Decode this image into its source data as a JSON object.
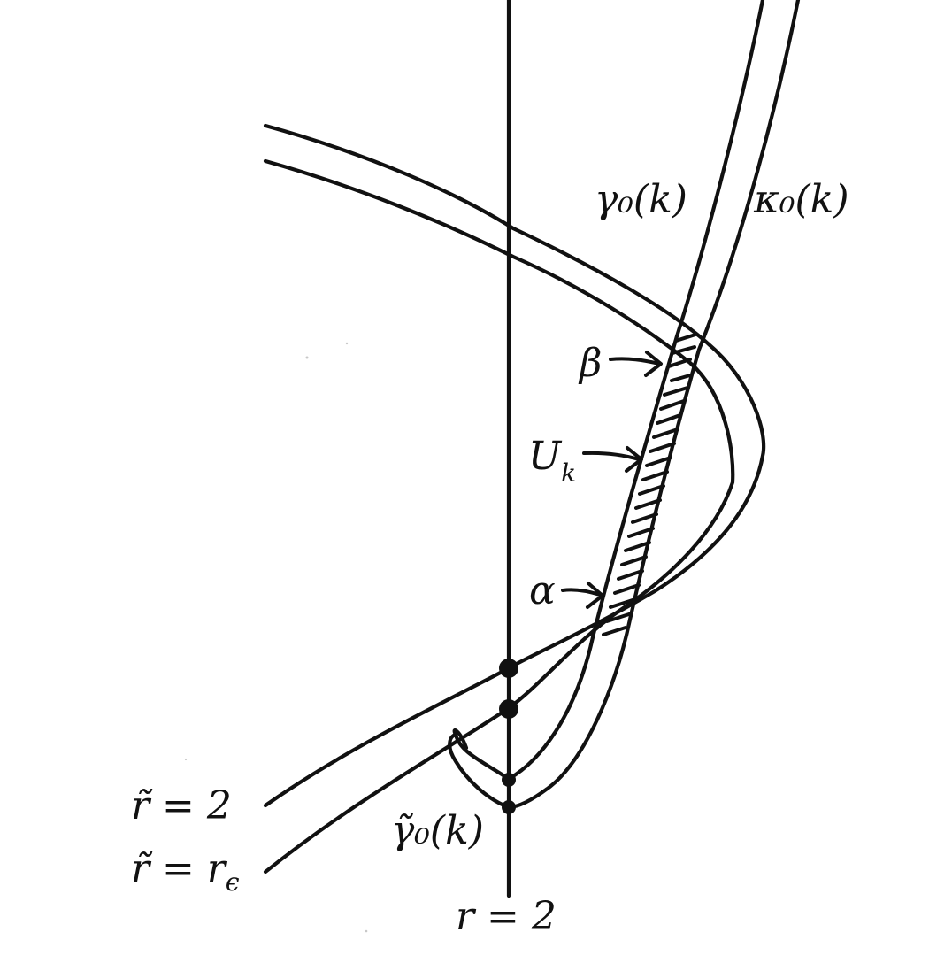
{
  "labels": {
    "gamma0k": "γ₀(k)",
    "kappa0k": "κ₀(k)",
    "beta": "β",
    "Uk_main": "U",
    "Uk_sub": "k",
    "alpha": "α",
    "tilde_r_eq_2": "r̃ = 2",
    "tilde_r_eq_r_main": "r̃ = r",
    "tilde_r_eq_r_sub": "ϵ",
    "tilde_gamma0k": "γ̃₀(k)",
    "r_eq_2": "r = 2"
  },
  "colors": {
    "ink": "#111111",
    "background": "#ffffff"
  }
}
